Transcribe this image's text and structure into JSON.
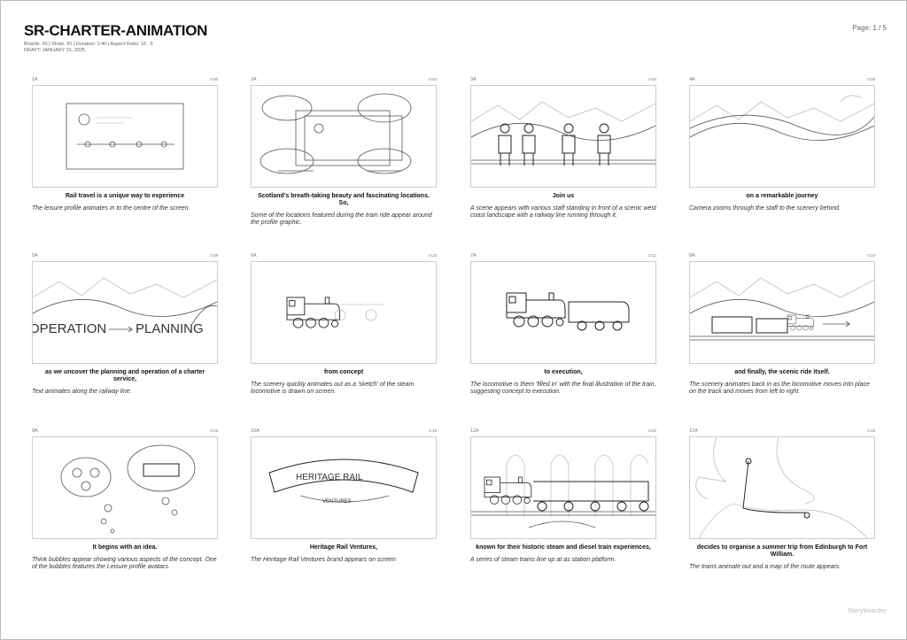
{
  "header": {
    "title": "SR-CHARTER-ANIMATION",
    "meta_line": "Boards: 50  |  Shots: 50  |  Duration: 1:40  |  Aspect Ratio: 16 : 9",
    "draft": "DRAFT: JANUARY 31, 2025",
    "page": "Page: 1 / 5"
  },
  "footer": {
    "brand": "Storyboarder"
  },
  "sketch_text": {
    "operation": "OPERATION",
    "planning": "PLANNING",
    "heritage_rail": "HERITAGE RAIL",
    "ventures": "VENTURES"
  },
  "boards": [
    {
      "id": "1A",
      "time": "0:00",
      "dialogue": "Rail travel is a unique way to experience",
      "action": "The leisure profile animates in to the centre of the screen."
    },
    {
      "id": "2A",
      "time": "0:02",
      "dialogue": "Scotland's breath-taking beauty and fascinating locations. So,",
      "action": "Some of the locations featured during the train ride appear around the profile graphic."
    },
    {
      "id": "3A",
      "time": "0:04",
      "dialogue": "Join us",
      "action": "A scene appears with various staff standing in front of a scenic west coast landscape with a railway line running through it."
    },
    {
      "id": "4A",
      "time": "0:06",
      "dialogue": "on a remarkable journey",
      "action": "Camera zooms through the staff to the scenery behind."
    },
    {
      "id": "5A",
      "time": "0:08",
      "dialogue": "as we uncover the planning and operation of a charter service,",
      "action": "Text animates along the railway line."
    },
    {
      "id": "6A",
      "time": "0:10",
      "dialogue": "from concept",
      "action": "The scenery quickly animates out as a 'sketch' of the steam locomotive is drawn on screen."
    },
    {
      "id": "7A",
      "time": "0:12",
      "dialogue": "to execution,",
      "action": "The locomotive is them 'filled in' with the final illustration of the train, suggesting concept to execution."
    },
    {
      "id": "8A",
      "time": "0:14",
      "dialogue": "and finally, the scenic ride itself.",
      "action": "The scenery animates back in as the locomotive moves into place on the track and moves from left to right."
    },
    {
      "id": "9A",
      "time": "0:16",
      "dialogue": "It begins with an idea.",
      "action": "Think bubbles appear showing various aspects of the concept. One of the bubbles features the Leisure profile avatars."
    },
    {
      "id": "10A",
      "time": "0:18",
      "dialogue": "Heritage Rail Ventures,",
      "action": "The Heritage Rail Ventures brand appears on screen"
    },
    {
      "id": "11A",
      "time": "0:20",
      "dialogue": "known for their historic steam and diesel train experiences,",
      "action": "A series of steam trains line up at as station platform."
    },
    {
      "id": "12A",
      "time": "0:22",
      "dialogue": "decides to organise a summer trip from Edinburgh to Fort William.",
      "action": "The trains animate out and a map of the route appears."
    }
  ]
}
